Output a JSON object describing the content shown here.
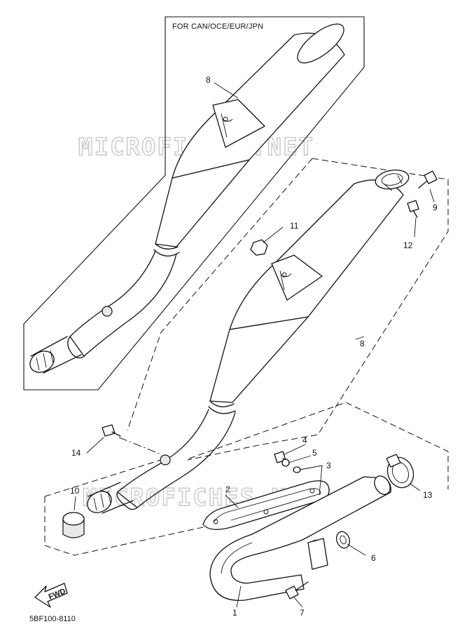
{
  "region_label": "FOR CAN/OCE/EUR/JPN",
  "diagram_code": "5BF100-8110",
  "fwd_label": "FWD",
  "watermark_text": "MICROFICHES.NET",
  "part_labels": {
    "p1": "1",
    "p2": "2",
    "p3": "3",
    "p4": "4",
    "p5": "5",
    "p6": "6",
    "p7": "7",
    "p8_upper": "8",
    "p8_lower": "8",
    "p9": "9",
    "p10": "10",
    "p11": "11",
    "p12": "12",
    "p13": "13",
    "p14": "14"
  }
}
